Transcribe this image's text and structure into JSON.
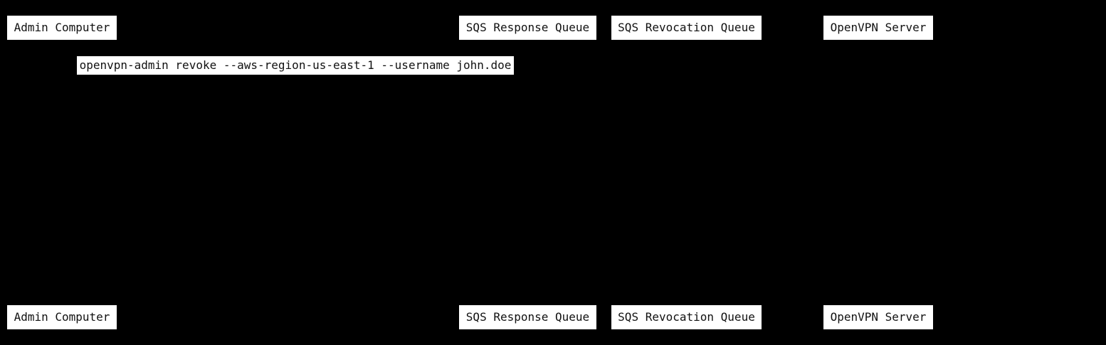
{
  "diagram": {
    "type": "sequence-diagram",
    "background_color": "#000000",
    "box_fill_color": "#ffffff",
    "box_text_color": "#111111",
    "participants": [
      {
        "id": "admin-computer",
        "label": "Admin Computer"
      },
      {
        "id": "sqs-response-queue",
        "label": "SQS Response Queue"
      },
      {
        "id": "sqs-revocation-queue",
        "label": "SQS Revocation Queue"
      },
      {
        "id": "openvpn-server",
        "label": "OpenVPN Server"
      }
    ],
    "messages": [
      {
        "from": "admin-computer",
        "label": "openvpn-admin revoke --aws-region-us-east-1 --username john.doe"
      }
    ]
  }
}
